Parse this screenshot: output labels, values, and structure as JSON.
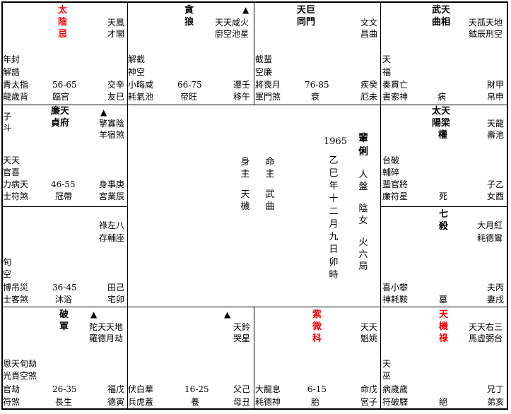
{
  "cells": {
    "si": {
      "major_stars": "太\n陰\n忌",
      "minor_top": [
        "天鳳",
        "才閣"
      ],
      "misc": [
        "年封",
        "解誥"
      ],
      "stars_line1": [
        "青太指",
        "56-65",
        "交辛"
      ],
      "stars_line2": [
        "龍歲背",
        "臨官",
        "友巳"
      ]
    },
    "wu": {
      "major_stars": "貪\n狼",
      "triangle": "▲",
      "minor_top": [
        "天天咸火",
        "廚空池星"
      ],
      "misc": [
        "解截",
        "神空"
      ],
      "stars_line1": [
        "小晦咸",
        "66-75",
        "遷壬"
      ],
      "stars_line2": [
        "耗氣池",
        "帝旺",
        "移午"
      ]
    },
    "wei": {
      "major_stars": "天巨\n同門",
      "minor_top": [
        "文文",
        "昌曲"
      ],
      "misc": [
        "截蜚",
        "空廉"
      ],
      "stars_line1": [
        "將喪月",
        "76-85",
        "疾癸"
      ],
      "stars_line2": [
        "軍門煞",
        "衰",
        "厄未"
      ]
    },
    "shen": {
      "major_stars": "武天\n曲相",
      "minor_top": [
        "天孤天地",
        "鉞辰刑空"
      ],
      "misc": [
        "天",
        "福"
      ],
      "stars_line1": [
        "奏貫亡",
        "",
        "財甲"
      ],
      "stars_line2": [
        "書索神",
        "病",
        "帛申"
      ]
    },
    "chen": {
      "major_stars": "廉天\n貞府",
      "triangle": "▲",
      "minor_top": [
        "擎寡陰",
        "羊宿煞"
      ],
      "misc_top": [
        "子",
        "斗"
      ],
      "misc": [
        "天天",
        "官喜"
      ],
      "stars_line1": [
        "力病天",
        "46-55",
        "身事庚"
      ],
      "stars_line2": [
        "士符煞",
        "冠帶",
        "宮業辰"
      ]
    },
    "you": {
      "major_stars": "太天\n陽梁\n  權",
      "minor_top": [
        "天龍",
        "壽池"
      ],
      "misc": [
        "台破",
        "輔碎"
      ],
      "stars_line1": [
        "蜚官將",
        "",
        "子乙"
      ],
      "stars_line2": [
        "廉符星",
        "死",
        "女酉"
      ]
    },
    "mao": {
      "major_stars": "",
      "minor_top": [
        "祿左八",
        "存輔座"
      ],
      "misc": [
        "旬",
        "空"
      ],
      "stars_line1": [
        "博吊災",
        "36-45",
        "田己"
      ],
      "stars_line2": [
        "士客煞",
        "沐浴",
        "宅卯"
      ]
    },
    "xu": {
      "major_stars": "七\n殺",
      "minor_top": [
        "大月紅",
        "耗德鸞"
      ],
      "misc": [],
      "stars_line1": [
        "喜小攀",
        "",
        "夫丙"
      ],
      "stars_line2": [
        "神耗鞍",
        "墓",
        "妻戌"
      ]
    },
    "yin": {
      "major_stars": "破\n軍",
      "triangle": "▲",
      "minor_top": [
        "陀天天地",
        "羅德月劫"
      ],
      "misc": [
        "恩天旬劫",
        "光貴空煞"
      ],
      "stars_line1": [
        "官劫",
        "26-35",
        "福戊"
      ],
      "stars_line2": [
        "符煞",
        "長生",
        "德寅"
      ]
    },
    "chou": {
      "major_stars": "",
      "triangle": "▲",
      "minor_top": [
        "天鈴",
        "哭星"
      ],
      "misc": [],
      "stars_line1": [
        "伏白華",
        "16-25",
        "父己"
      ],
      "stars_line2": [
        "兵虎蓋",
        "養",
        "母丑"
      ]
    },
    "zi": {
      "major_stars": "紫\n微\n科",
      "minor_top": [
        "天天",
        "魁姚"
      ],
      "misc": [],
      "stars_line1": [
        "大龍息",
        "6-15",
        "命戊"
      ],
      "stars_line2": [
        "耗德神",
        "胎",
        "宮子"
      ]
    },
    "hai": {
      "major_stars": "天\n機\n祿",
      "minor_top": [
        "天天右三",
        "馬虛弼台"
      ],
      "misc": [
        "天",
        "巫"
      ],
      "stars_line1": [
        "病歲歲",
        "",
        "兄丁"
      ],
      "stars_line2": [
        "符破驛",
        "絕",
        "弟亥"
      ]
    }
  },
  "center": {
    "shenzhu_label": "身\n主",
    "shenzhu_value": "天\n機",
    "mingzhu_label": "命\n主",
    "mingzhu_value": "武\n曲",
    "year": "1965",
    "name": "輩\n俐",
    "date": "乙\n巳\n年\n十\n二\n月\n九\n日\n卯\n時",
    "gender": "陰\n女",
    "board": "人\n盤",
    "element": "火\n六\n局"
  },
  "colors": {
    "red": "#ff0000",
    "black": "#000000"
  }
}
